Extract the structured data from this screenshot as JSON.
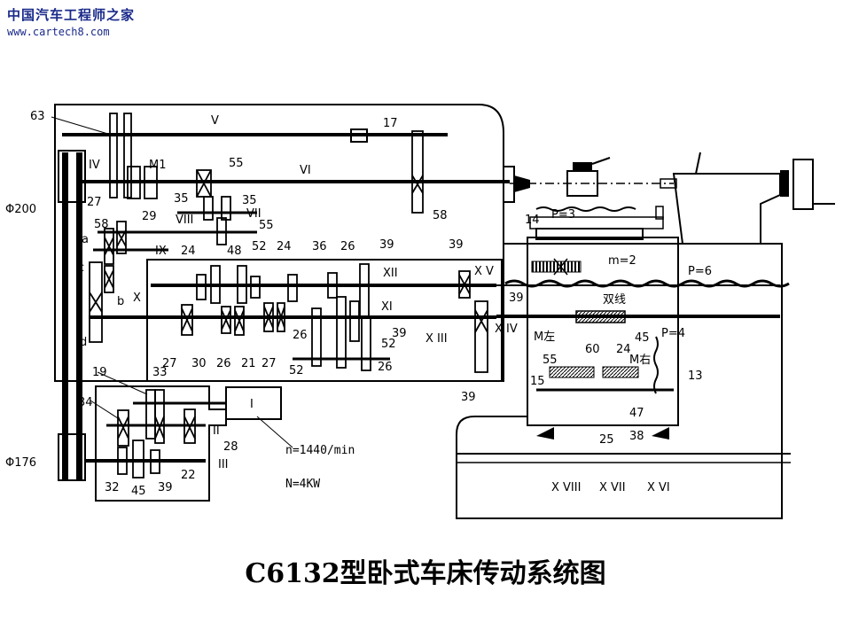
{
  "watermark": {
    "site_name": "中国汽车工程师之家",
    "url": "www.cartech8.com"
  },
  "caption": "C6132型卧式车床传动系统图",
  "diagram": {
    "labels": [
      {
        "id": "lbl-63",
        "text": "63"
      },
      {
        "id": "lbl-V",
        "text": "V"
      },
      {
        "id": "lbl-17",
        "text": "17"
      },
      {
        "id": "lbl-IV",
        "text": "IV"
      },
      {
        "id": "lbl-M1",
        "text": "M1"
      },
      {
        "id": "lbl-55a",
        "text": "55"
      },
      {
        "id": "lbl-VI",
        "text": "VI"
      },
      {
        "id": "lbl-27a",
        "text": "27"
      },
      {
        "id": "lbl-35a",
        "text": "35"
      },
      {
        "id": "lbl-35b",
        "text": "35"
      },
      {
        "id": "lbl-58a",
        "text": "58"
      },
      {
        "id": "lbl-phi200",
        "text": "Φ200"
      },
      {
        "id": "lbl-VII",
        "text": "VII"
      },
      {
        "id": "lbl-55b",
        "text": "55"
      },
      {
        "id": "lbl-58b",
        "text": "58"
      },
      {
        "id": "lbl-29",
        "text": "29"
      },
      {
        "id": "lbl-VIII",
        "text": "VIII"
      },
      {
        "id": "lbl-IX",
        "text": "IX"
      },
      {
        "id": "lbl-a",
        "text": "a"
      },
      {
        "id": "lbl-24a",
        "text": "24"
      },
      {
        "id": "lbl-48",
        "text": "48"
      },
      {
        "id": "lbl-52a",
        "text": "52"
      },
      {
        "id": "lbl-24b",
        "text": "24"
      },
      {
        "id": "lbl-36",
        "text": "36"
      },
      {
        "id": "lbl-26a",
        "text": "26"
      },
      {
        "id": "lbl-39a",
        "text": "39"
      },
      {
        "id": "lbl-39b",
        "text": "39"
      },
      {
        "id": "lbl-c",
        "text": "c"
      },
      {
        "id": "lbl-b",
        "text": "b"
      },
      {
        "id": "lbl-X",
        "text": "X"
      },
      {
        "id": "lbl-XII",
        "text": "XII"
      },
      {
        "id": "lbl-XV",
        "text": "X V"
      },
      {
        "id": "lbl-39c",
        "text": "39"
      },
      {
        "id": "lbl-XI",
        "text": "XI"
      },
      {
        "id": "lbl-d",
        "text": "d"
      },
      {
        "id": "lbl-27b",
        "text": "27"
      },
      {
        "id": "lbl-30",
        "text": "30"
      },
      {
        "id": "lbl-26b",
        "text": "26"
      },
      {
        "id": "lbl-21",
        "text": "21"
      },
      {
        "id": "lbl-27c",
        "text": "27"
      },
      {
        "id": "lbl-26c",
        "text": "26"
      },
      {
        "id": "lbl-52b",
        "text": "52"
      },
      {
        "id": "lbl-39d",
        "text": "39"
      },
      {
        "id": "lbl-52c",
        "text": "52"
      },
      {
        "id": "lbl-26d",
        "text": "26"
      },
      {
        "id": "lbl-XIII",
        "text": "X III"
      },
      {
        "id": "lbl-XIV",
        "text": "X IV"
      },
      {
        "id": "lbl-39e",
        "text": "39"
      },
      {
        "id": "lbl-14",
        "text": "14"
      },
      {
        "id": "lbl-P3",
        "text": "P=3"
      },
      {
        "id": "lbl-m2",
        "text": "m=2"
      },
      {
        "id": "lbl-P6",
        "text": "P=6"
      },
      {
        "id": "lbl-double",
        "text": "双线"
      },
      {
        "id": "lbl-45a",
        "text": "45"
      },
      {
        "id": "lbl-P4",
        "text": "P=4"
      },
      {
        "id": "lbl-Mleft",
        "text": "M左"
      },
      {
        "id": "lbl-55c",
        "text": "55"
      },
      {
        "id": "lbl-60",
        "text": "60"
      },
      {
        "id": "lbl-24c",
        "text": "24"
      },
      {
        "id": "lbl-Mright",
        "text": "M右"
      },
      {
        "id": "lbl-13",
        "text": "13"
      },
      {
        "id": "lbl-15",
        "text": "15"
      },
      {
        "id": "lbl-47",
        "text": "47"
      },
      {
        "id": "lbl-25",
        "text": "25"
      },
      {
        "id": "lbl-38",
        "text": "38"
      },
      {
        "id": "lbl-XVIII",
        "text": "X VIII"
      },
      {
        "id": "lbl-XVII",
        "text": "X VII"
      },
      {
        "id": "lbl-XVI",
        "text": "X VI"
      },
      {
        "id": "lbl-19",
        "text": "19"
      },
      {
        "id": "lbl-33",
        "text": "33"
      },
      {
        "id": "lbl-I",
        "text": "I"
      },
      {
        "id": "lbl-34",
        "text": "34"
      },
      {
        "id": "lbl-II",
        "text": "II"
      },
      {
        "id": "lbl-28",
        "text": "28"
      },
      {
        "id": "lbl-n",
        "text": "n=1440/min"
      },
      {
        "id": "lbl-phi176",
        "text": "Φ176"
      },
      {
        "id": "lbl-22",
        "text": "22"
      },
      {
        "id": "lbl-III",
        "text": "III"
      },
      {
        "id": "lbl-32",
        "text": "32"
      },
      {
        "id": "lbl-45b",
        "text": "45"
      },
      {
        "id": "lbl-39f",
        "text": "39"
      },
      {
        "id": "lbl-N",
        "text": "N=4KW"
      }
    ]
  }
}
